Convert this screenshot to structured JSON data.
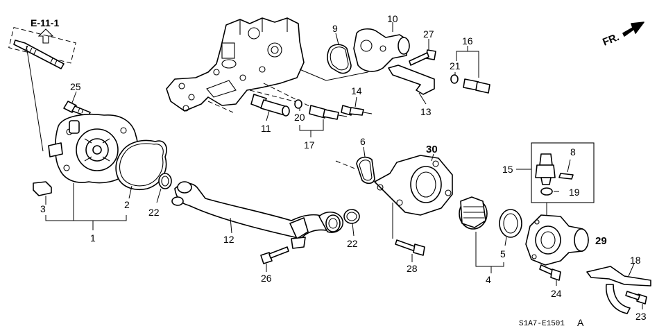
{
  "diagram": {
    "reference": "E-11-1",
    "direction_label": "FR.",
    "code": "S1A7-E1501",
    "code_suffix": "A",
    "callouts": {
      "c1": "1",
      "c2": "2",
      "c3": "3",
      "c4": "4",
      "c5": "5",
      "c6": "6",
      "c8": "8",
      "c9": "9",
      "c10": "10",
      "c11": "11",
      "c12": "12",
      "c13": "13",
      "c14": "14",
      "c15": "15",
      "c16": "16",
      "c17": "17",
      "c18": "18",
      "c19": "19",
      "c20": "20",
      "c21": "21",
      "c22a": "22",
      "c22b": "22",
      "c23": "23",
      "c24": "24",
      "c25": "25",
      "c26": "26",
      "c27": "27",
      "c28": "28",
      "c29": "29",
      "c30": "30"
    }
  }
}
